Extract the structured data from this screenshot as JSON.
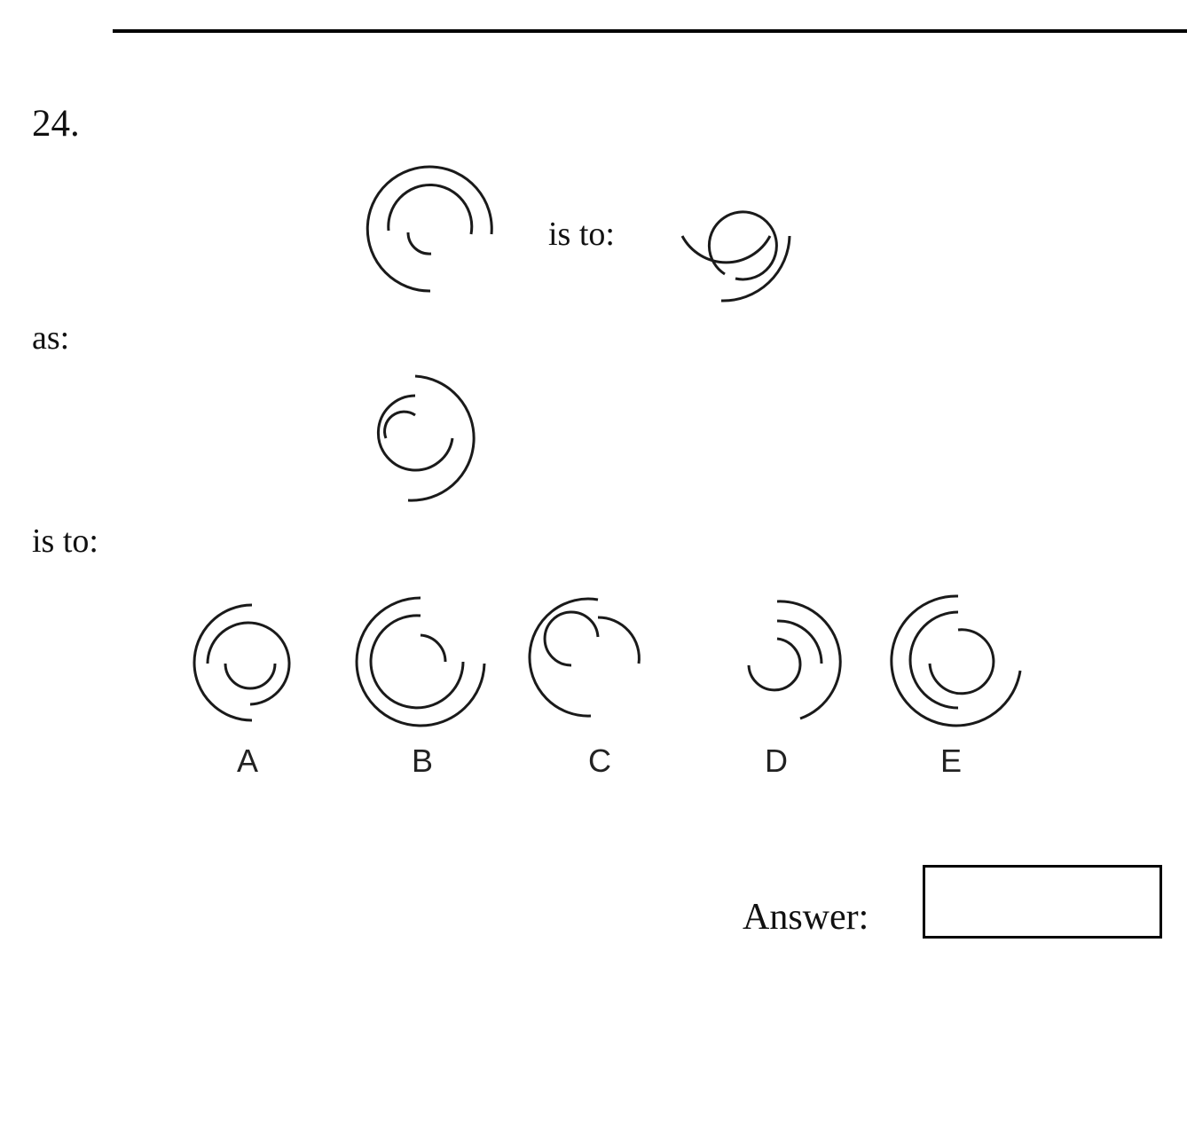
{
  "page": {
    "question_number": "24.",
    "relation_label_1": "is to:",
    "relation_label_2": "as:",
    "relation_label_3": "is to:",
    "answer_label": "Answer:",
    "answer_value": "",
    "divider_color": "#000000",
    "stroke_color": "#1a1a1a",
    "background_color": "#ffffff"
  },
  "options": [
    {
      "id": "A",
      "label": "A"
    },
    {
      "id": "B",
      "label": "B"
    },
    {
      "id": "C",
      "label": "C"
    },
    {
      "id": "D",
      "label": "D"
    },
    {
      "id": "E",
      "label": "E"
    }
  ],
  "figures": {
    "prompt_1": {
      "name": "three-nested-arcs-large-open-right",
      "arc_count": 3,
      "radii": [
        70,
        47,
        24
      ],
      "description": "Three concentric arcs, largest nearly full circle opening at right, middle half-circle open at lower-left, smallest quarter arc"
    },
    "prompt_2": {
      "name": "three-nested-arcs-small-rotated",
      "arc_count": 3,
      "radii": [
        56,
        38,
        24
      ],
      "description": "Smaller version rotated, inner circle closed at top-left, outer arcs sweeping lower-right"
    },
    "prompt_3": {
      "name": "three-nested-arcs-mirrored",
      "arc_count": 3,
      "radii": [
        61,
        42,
        22
      ],
      "description": "Mirrored variant, largest arc open at lower-left, arcs nested toward upper-left"
    },
    "option_A": {
      "name": "three-arcs-option-a",
      "arc_count": 3,
      "radii": [
        64,
        46,
        28
      ]
    },
    "option_B": {
      "name": "three-arcs-option-b",
      "arc_count": 3,
      "radii": [
        72,
        52,
        30
      ]
    },
    "option_C": {
      "name": "three-arcs-option-c",
      "arc_count": 3,
      "radii": [
        66,
        46,
        27
      ]
    },
    "option_D": {
      "name": "three-arcs-option-d",
      "arc_count": 3,
      "radii": [
        68,
        48,
        29
      ]
    },
    "option_E": {
      "name": "three-arcs-option-e",
      "arc_count": 3,
      "radii": [
        73,
        54,
        36,
        22
      ]
    }
  }
}
